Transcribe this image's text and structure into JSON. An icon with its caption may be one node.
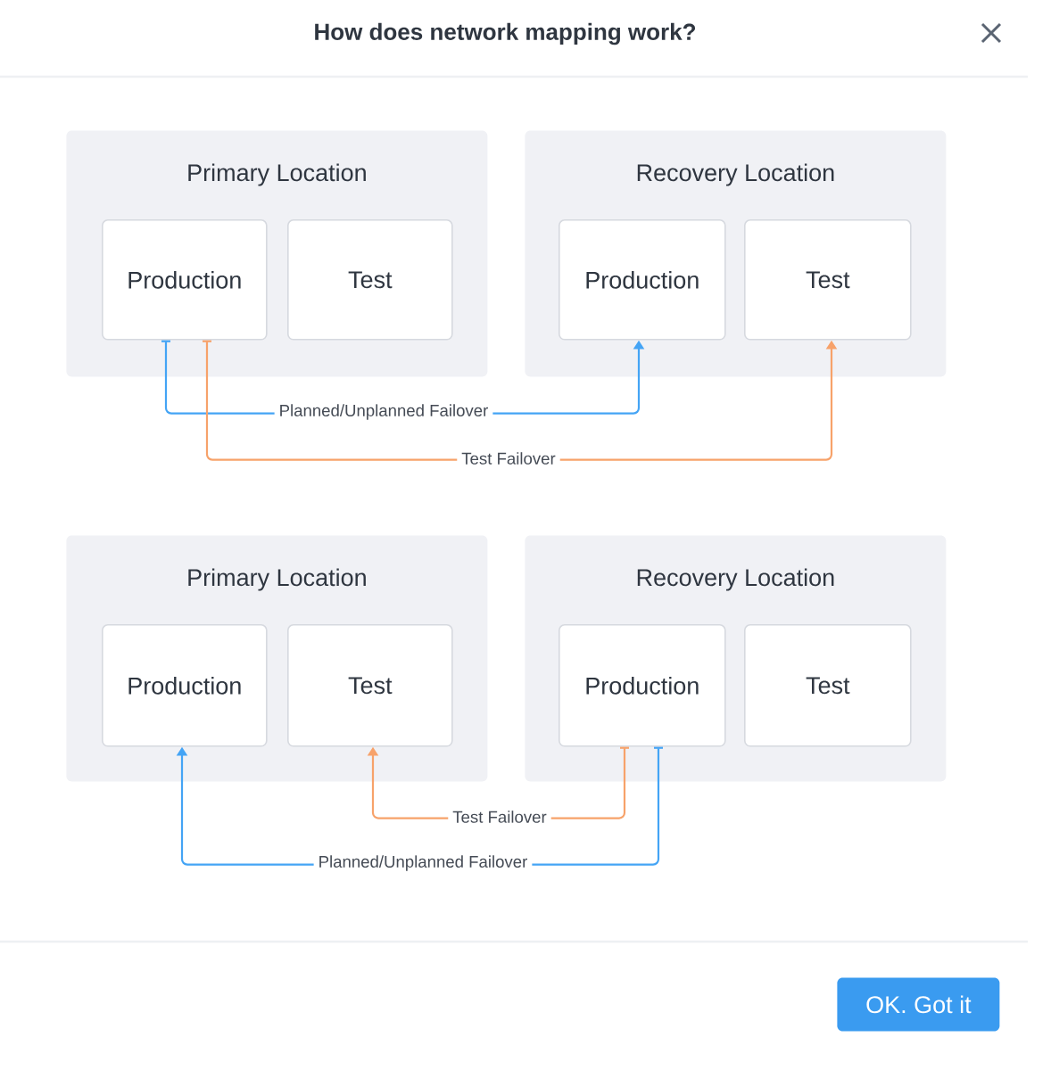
{
  "diagram": {
    "title": "How does network mapping work?",
    "nodes": [
      {
        "text": [
          "Primary Location"
        ]
      },
      {
        "text": [
          "Production"
        ],
        "in": 0
      },
      {
        "text": [
          "Test"
        ],
        "in": 0
      },
      {
        "text": [
          "Recovery Location"
        ]
      },
      {
        "text": [
          "Production"
        ],
        "in": 3
      },
      {
        "text": [
          "Test"
        ],
        "in": 3
      },
      {
        "text": [
          "Primary Location"
        ]
      },
      {
        "text": [
          "Production"
        ],
        "in": 6
      },
      {
        "text": [
          "Test"
        ],
        "in": 6
      },
      {
        "text": [
          "Recovery Location"
        ]
      },
      {
        "text": [
          "Production"
        ],
        "in": 9
      },
      {
        "text": [
          "Test"
        ],
        "in": 9
      },
      {
        "text": [
          "OK. Got it"
        ]
      }
    ],
    "edges": [
      {
        "from": 1,
        "to": 4,
        "arrow": "to",
        "label": "Planned/Unplanned Failover",
        "color": "#44a4f5"
      },
      {
        "from": 1,
        "to": 5,
        "arrow": "to",
        "label": "Test Failover",
        "color": "#f7a26a"
      },
      {
        "from": 10,
        "to": 8,
        "arrow": "to",
        "label": "Test Failover",
        "color": "#f7a26a"
      },
      {
        "from": 10,
        "to": 7,
        "arrow": "to",
        "label": "Planned/Unplanned Failover",
        "color": "#44a4f5"
      }
    ]
  }
}
